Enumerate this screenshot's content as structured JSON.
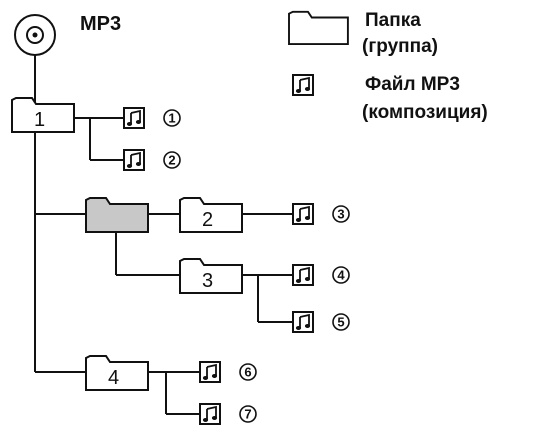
{
  "root": {
    "label": "MP3",
    "icon": "cd-disc-icon"
  },
  "legend": {
    "folder_line1": "Папка",
    "folder_line2": "(группа)",
    "file_line1": "Файл MP3",
    "file_line2": "(композиция)"
  },
  "folders": [
    {
      "id": "1",
      "label": "1"
    },
    {
      "id": "root-group",
      "label": ""
    },
    {
      "id": "2",
      "label": "2"
    },
    {
      "id": "3",
      "label": "3"
    },
    {
      "id": "4",
      "label": "4"
    }
  ],
  "tracks": [
    {
      "marker": "1",
      "folder": "1"
    },
    {
      "marker": "2",
      "folder": "1"
    },
    {
      "marker": "3",
      "folder": "2"
    },
    {
      "marker": "4",
      "folder": "3"
    },
    {
      "marker": "5",
      "folder": "3"
    },
    {
      "marker": "6",
      "folder": "4"
    },
    {
      "marker": "7",
      "folder": "4"
    }
  ],
  "colors": {
    "line": "#111111",
    "folder_fill": "#ffffff",
    "highlight_folder_fill": "#c8c8c8"
  }
}
